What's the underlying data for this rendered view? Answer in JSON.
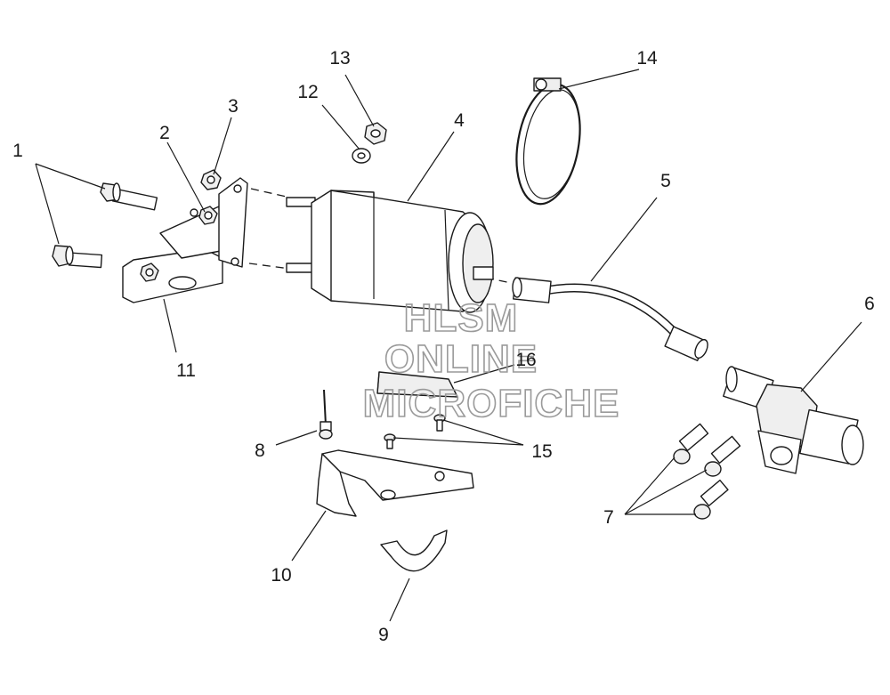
{
  "diagram": {
    "callouts": [
      {
        "id": "c1",
        "label": "1"
      },
      {
        "id": "c2",
        "label": "2"
      },
      {
        "id": "c3",
        "label": "3"
      },
      {
        "id": "c4",
        "label": "4"
      },
      {
        "id": "c5",
        "label": "5"
      },
      {
        "id": "c6",
        "label": "6"
      },
      {
        "id": "c7",
        "label": "7"
      },
      {
        "id": "c8",
        "label": "8"
      },
      {
        "id": "c9",
        "label": "9"
      },
      {
        "id": "c10",
        "label": "10"
      },
      {
        "id": "c11",
        "label": "11"
      },
      {
        "id": "c12",
        "label": "12"
      },
      {
        "id": "c13",
        "label": "13"
      },
      {
        "id": "c14",
        "label": "14"
      },
      {
        "id": "c15",
        "label": "15"
      },
      {
        "id": "c16",
        "label": "16"
      }
    ],
    "watermark": {
      "line1": "HLSM",
      "line2": "ONLINE",
      "line3": "MICROFICHE"
    },
    "colors": {
      "ink": "#1a1a1a",
      "watermark": "#9a9a9a",
      "background": "#ffffff"
    }
  }
}
